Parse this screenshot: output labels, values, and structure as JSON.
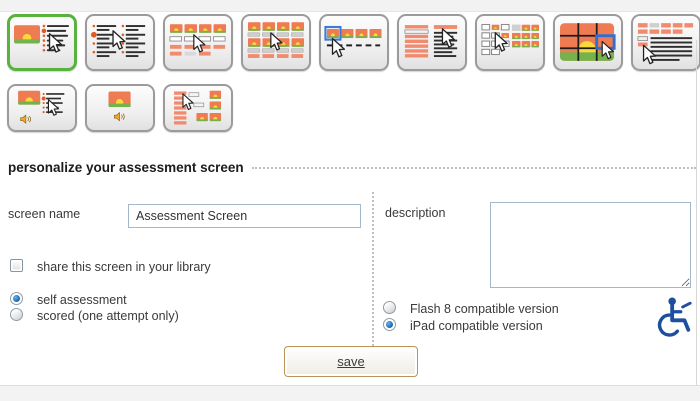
{
  "templates": {
    "row1": [
      {
        "name": "image-with-text-choices",
        "selected": true
      },
      {
        "name": "two-column-text-choices",
        "selected": false
      },
      {
        "name": "image-row-with-text-boxes",
        "selected": false
      },
      {
        "name": "image-grid-with-labels",
        "selected": false
      },
      {
        "name": "image-sequence",
        "selected": false
      },
      {
        "name": "text-columns",
        "selected": false
      },
      {
        "name": "checkbox-image-grid",
        "selected": false
      },
      {
        "name": "image-hotspot",
        "selected": false
      },
      {
        "name": "word-bank-text",
        "selected": false
      }
    ],
    "row2": [
      {
        "name": "audio-image-text-choices",
        "selected": false
      },
      {
        "name": "audio-image",
        "selected": false
      },
      {
        "name": "matching",
        "selected": false
      }
    ]
  },
  "personalize": {
    "heading": "personalize your assessment screen",
    "screen_name": {
      "label": "screen name",
      "value": "Assessment Screen"
    },
    "description": {
      "label": "description",
      "value": ""
    },
    "share": {
      "label": "share this screen in your library",
      "checked": false
    },
    "assessment_options": [
      {
        "label": "self assessment",
        "selected": true
      },
      {
        "label": "scored (one attempt only)",
        "selected": false
      }
    ],
    "compatibility_options": [
      {
        "label": "Flash 8 compatible version",
        "selected": false
      },
      {
        "label": "iPad compatible version",
        "selected": true
      }
    ],
    "save_label": "save",
    "accessibility_icon": "wheelchair-accessibility"
  },
  "colors": {
    "accent_orange": "#f28b6d",
    "bullet_orange": "#e05a28",
    "selected_green": "#57b23e",
    "selection_blue": "#3f7ad6",
    "icon_blue": "#1d4f9e",
    "save_border": "#bd9457"
  }
}
